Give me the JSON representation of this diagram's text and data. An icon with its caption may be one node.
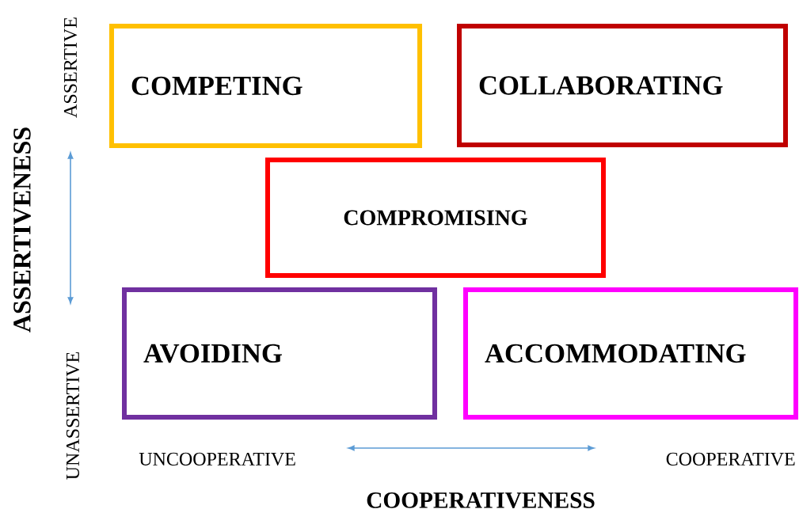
{
  "diagram": {
    "nodes": [
      {
        "text": [
          "COMPETING"
        ]
      },
      {
        "text": [
          "COLLABORATING"
        ]
      },
      {
        "text": [
          "COMPROMISING"
        ]
      },
      {
        "text": [
          "AVOIDING"
        ]
      },
      {
        "text": [
          "ACCOMMODATING"
        ]
      }
    ],
    "labels": [
      "ASSERTIVE",
      "ASSERTIVENESS",
      "UNASSERTIVE",
      "UNCOOPERATIVE",
      "COOPERATIVE",
      "COOPERATIVENESS"
    ]
  }
}
